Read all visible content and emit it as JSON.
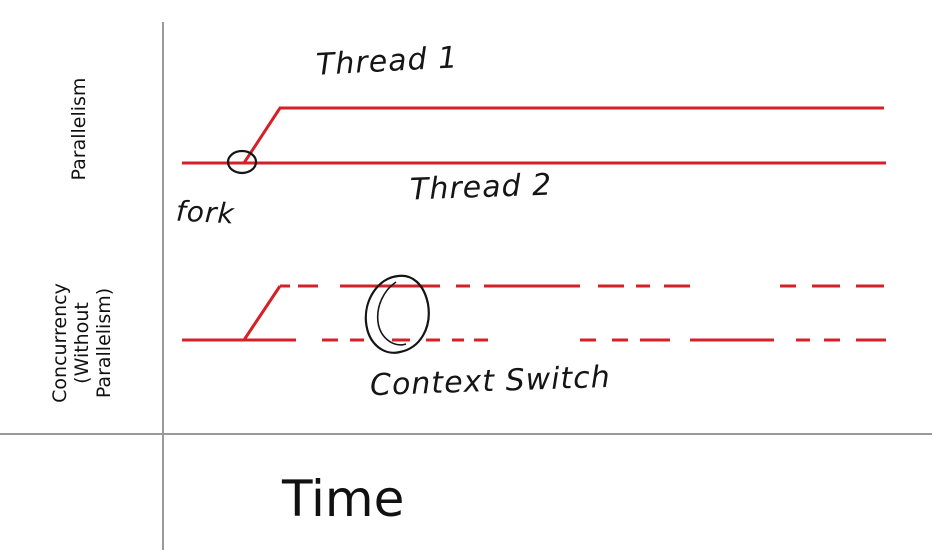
{
  "axes": {
    "y_top_label": "Parallelism",
    "y_bottom_label_line1": "Concurrency",
    "y_bottom_label_line2": "(Without",
    "y_bottom_label_line3": "Parallelism)",
    "x_label": "Time"
  },
  "annotations": {
    "thread1": "Thread 1",
    "thread2": "Thread 2",
    "fork": "fork",
    "context_switch": "Context Switch"
  },
  "colors": {
    "thread_line": "#d42026",
    "ink": "#151515",
    "axis": "#9a9a9a"
  }
}
